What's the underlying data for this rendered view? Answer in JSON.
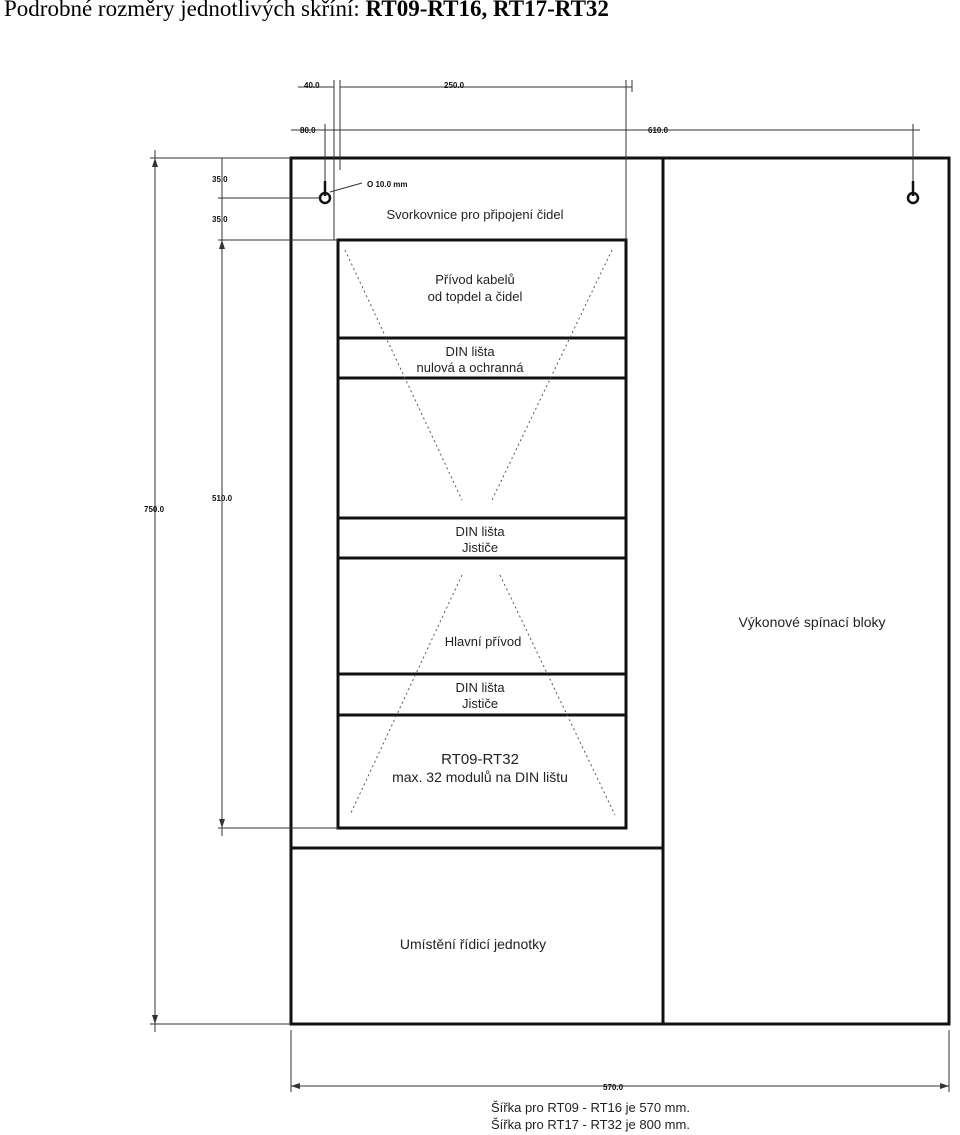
{
  "page": {
    "title_prefix": "Podrobné rozměry jednotlivých skříní: ",
    "title_models": "RT09-RT16, RT17-RT32"
  },
  "dimensions": {
    "d40": "40.0",
    "d250": "250.0",
    "d80": "80.0",
    "d610": "610.0",
    "d35a": "35.0",
    "d35b": "35.0",
    "d750": "750.0",
    "d510": "510.0",
    "d570": "570.0",
    "hole": "O 10.0 mm"
  },
  "labels": {
    "terminals": "Svorkovnice pro připojení čidel",
    "cable_entry_1": "Přívod kabelů",
    "cable_entry_2": "od topdel a čidel",
    "din_1a": "DIN lišta",
    "din_1b": "nulová a ochranná",
    "din_2a": "DIN lišta",
    "din_2b": "Jističe",
    "main_supply": "Hlavní přívod",
    "din_3a": "DIN lišta",
    "din_3b": "Jističe",
    "model": "RT09-RT32",
    "max_modules": "max. 32 modulů na DIN lištu",
    "power_blocks": "Výkonové spínací bloky",
    "control_unit": "Umístění řídicí jednotky"
  },
  "notes": {
    "width_1": "Šířka pro RT09 - RT16 je 570 mm.",
    "width_2": "Šířka pro RT17 - RT32 je 800 mm."
  },
  "colors": {
    "line": "#111111",
    "dim_line": "#333333"
  }
}
